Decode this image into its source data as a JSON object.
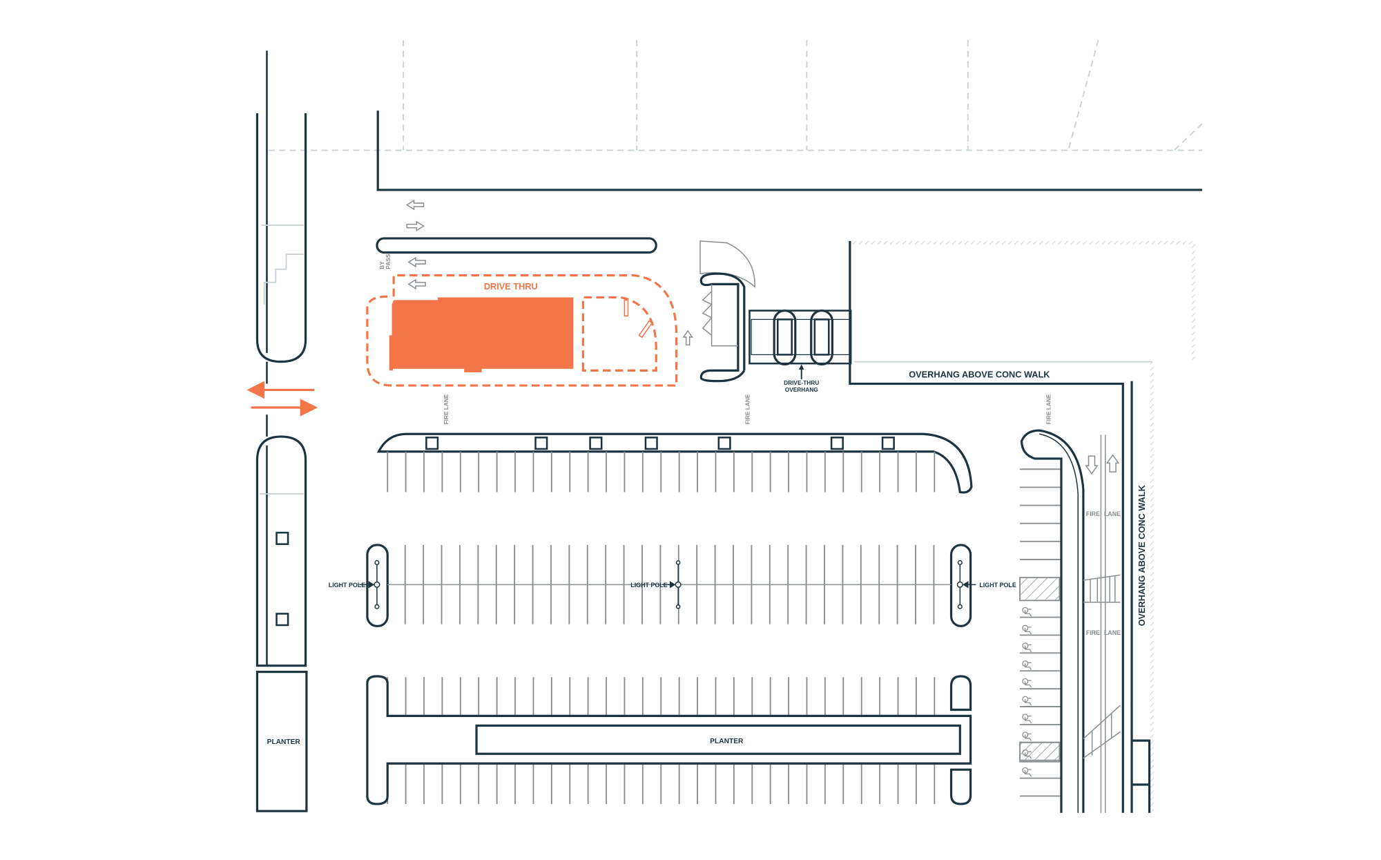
{
  "colors": {
    "ink": "#1c3440",
    "accent": "#f47547",
    "gray": "#8a8f92",
    "light": "#c9d3d6"
  },
  "labels": {
    "drive_thru": "DRIVE THRU",
    "bypass_1": "BY",
    "bypass_2": "PASS",
    "fire_lane": "FIRE LANE",
    "drive_thru_overhang_1": "DRIVE-THRU",
    "drive_thru_overhang_2": "OVERHANG",
    "overhang_conc_walk": "OVERHANG ABOVE CONC WALK",
    "light_pole": "LIGHT POLE",
    "planter": "PLANTER",
    "fire": "FIRE",
    "lane": "LANE"
  }
}
